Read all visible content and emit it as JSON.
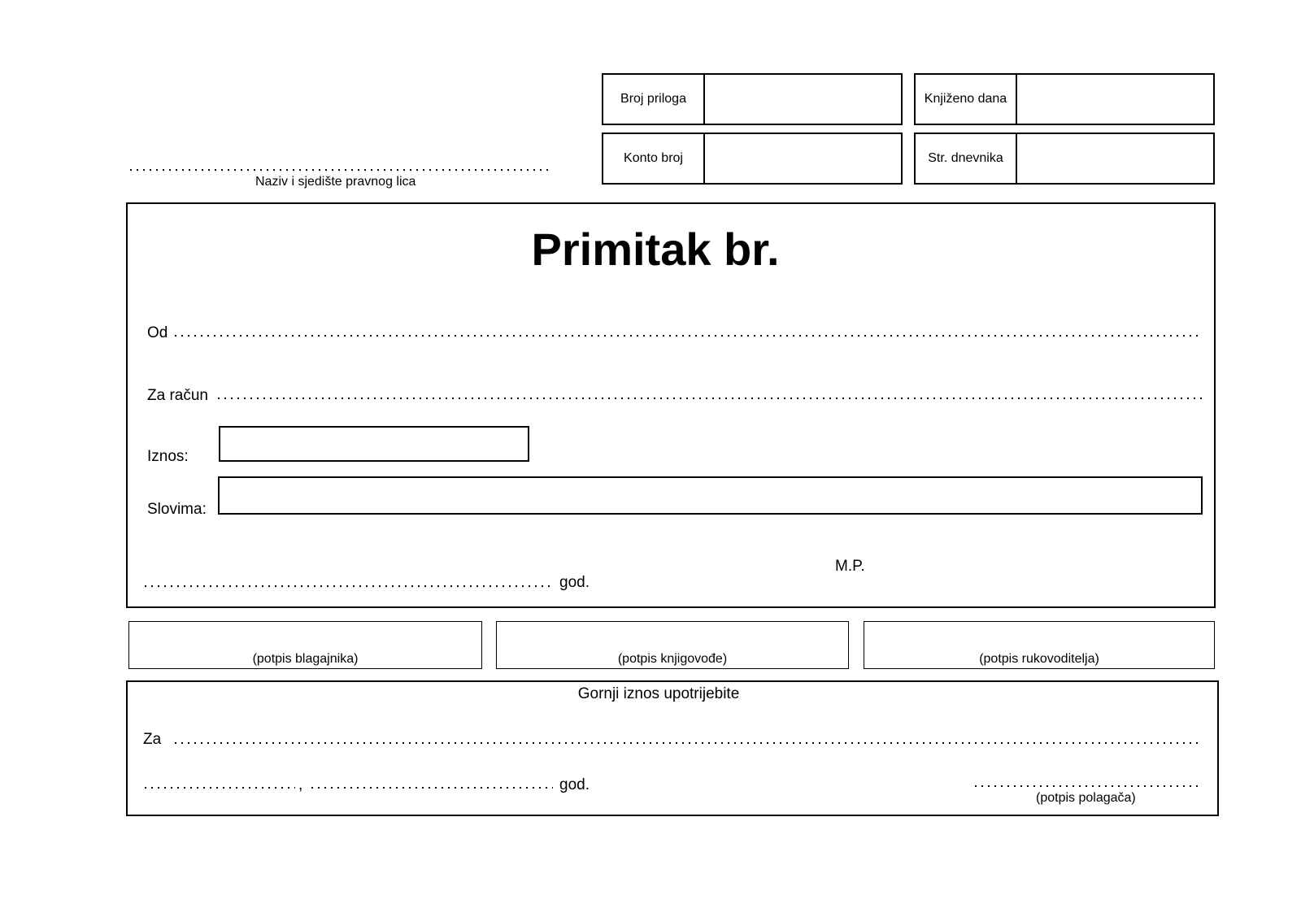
{
  "header": {
    "entity_caption": "Naziv i sjedište pravnog lica",
    "boxes": [
      {
        "label": "Broj priloga",
        "value": ""
      },
      {
        "label": "Knjiženo dana",
        "value": ""
      },
      {
        "label": "Konto broj",
        "value": ""
      },
      {
        "label": "Str. dnevnika",
        "value": ""
      }
    ]
  },
  "receipt": {
    "title": "Primitak br.",
    "od_label": "Od",
    "za_racun_label": "Za račun",
    "iznos_label": "Iznos:",
    "slovima_label": "Slovima:",
    "god_label": "god.",
    "mp_label": "M.P."
  },
  "signatures": [
    "(potpis blagajnika)",
    "(potpis knjigovođe)",
    "(potpis rukovoditelja)"
  ],
  "usage": {
    "title": "Gornji iznos upotrijebite",
    "za_label": "Za",
    "comma": ",",
    "god_label": "god.",
    "depositor_signature": "(potpis polagača)"
  }
}
